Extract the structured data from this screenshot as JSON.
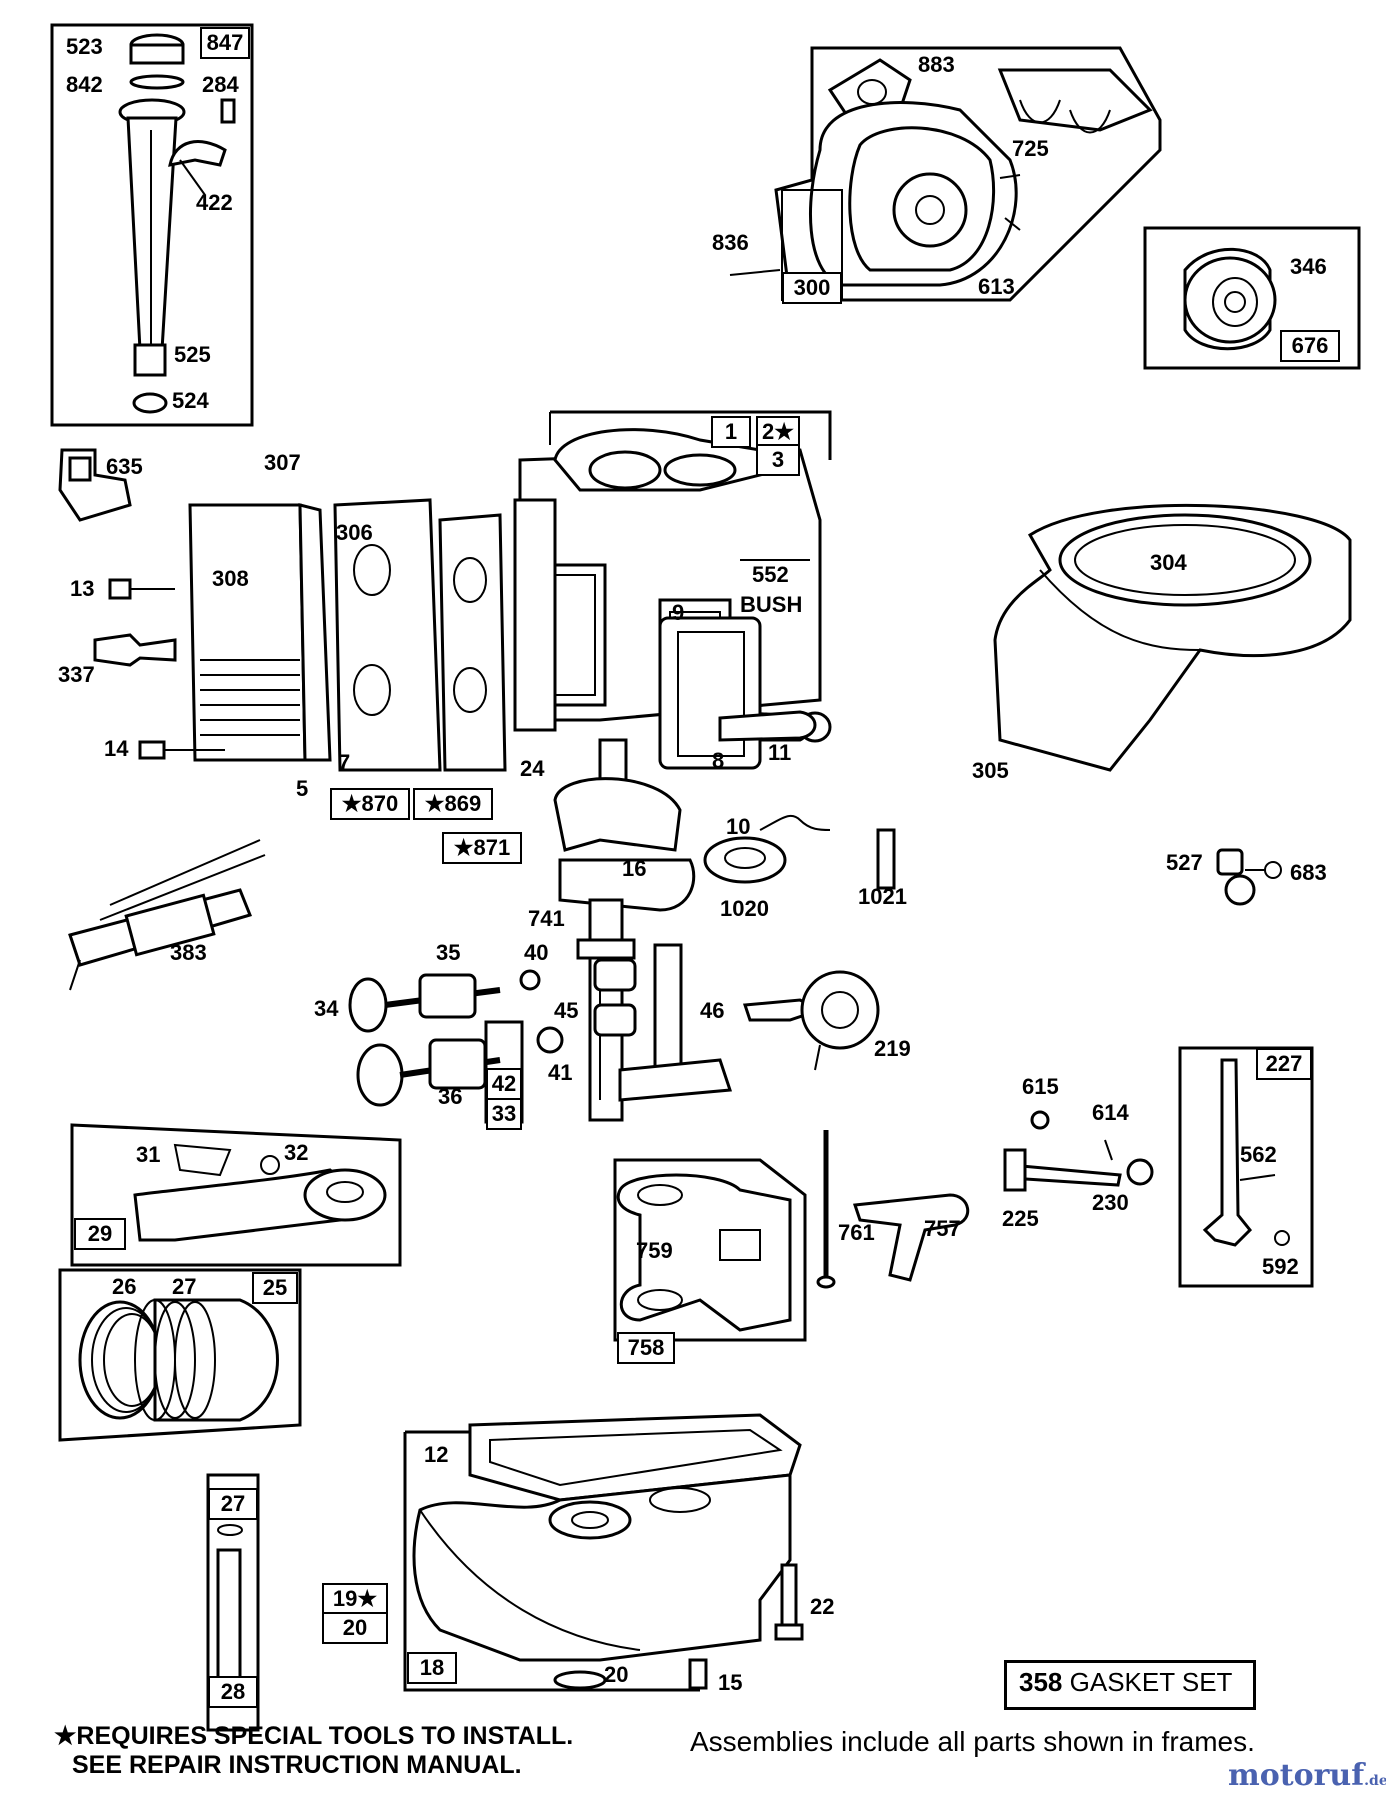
{
  "labels": {
    "p523": "523",
    "p842": "842",
    "p284": "284",
    "p422": "422",
    "p525": "525",
    "p524": "524",
    "p883": "883",
    "p725": "725",
    "p836": "836",
    "p613": "613",
    "p346": "346",
    "p635": "635",
    "p307": "307",
    "p306": "306",
    "p308": "308",
    "p13": "13",
    "p337": "337",
    "p14": "14",
    "p5": "5",
    "p7": "7",
    "p552": "552",
    "p552b": "BUSH",
    "p9": "9",
    "p8": "8",
    "p11": "11",
    "p10": "10",
    "p24": "24",
    "p304": "304",
    "p305": "305",
    "p16": "16",
    "p1020": "1020",
    "p1021": "1021",
    "p527": "527",
    "p683": "683",
    "p383": "383",
    "p741": "741",
    "p35": "35",
    "p40": "40",
    "p34": "34",
    "p45": "45",
    "p46": "46",
    "p41": "41",
    "p36": "36",
    "p219": "219",
    "p615": "615",
    "p614": "614",
    "p31": "31",
    "p32": "32",
    "p562": "562",
    "p592": "592",
    "p761": "761",
    "p757": "757",
    "p225": "225",
    "p230": "230",
    "p759": "759",
    "p26": "26",
    "p27a": "27",
    "p12": "12",
    "p22": "22",
    "p20b": "20",
    "p15": "15"
  },
  "boxes": {
    "b847": "847",
    "b300": "300",
    "b676": "676",
    "b1": "1",
    "b2": "2★",
    "b3": "3",
    "b870": "★870",
    "b869": "★869",
    "b871": "★871",
    "b42": "42",
    "b33": "33",
    "b227": "227",
    "b29": "29",
    "b25": "25",
    "b758": "758",
    "b27": "27",
    "b28": "28",
    "b19": "19★",
    "b20": "20",
    "b18": "18"
  },
  "footer": {
    "note_line1": "★REQUIRES SPECIAL TOOLS TO INSTALL.",
    "note_line2": "SEE REPAIR INSTRUCTION MANUAL.",
    "assemblies": "Assemblies include all parts shown in frames.",
    "gasket_num": "358",
    "gasket_text": "GASKET SET",
    "watermark_main": "motoruf",
    "watermark_sub": ".de"
  }
}
